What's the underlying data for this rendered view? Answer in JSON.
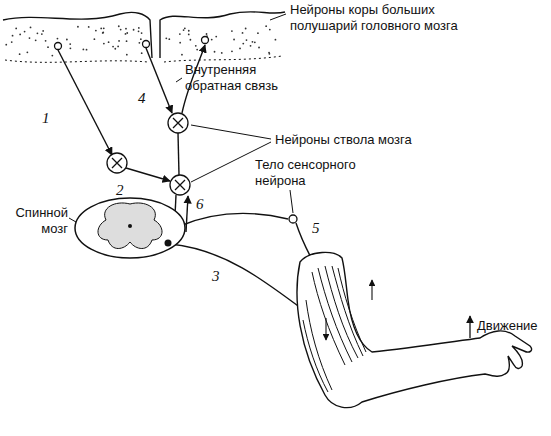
{
  "diagram": {
    "labels": [
      "Нейроны коры больших полушарий головного мозга",
      "Внутренняя обратная связь",
      "Нейроны ствола мозга",
      "Тело сенсорного нейрона",
      "Спинной мозг",
      "Движение",
      "1",
      "4",
      "2",
      "6",
      "5",
      "3"
    ]
  }
}
